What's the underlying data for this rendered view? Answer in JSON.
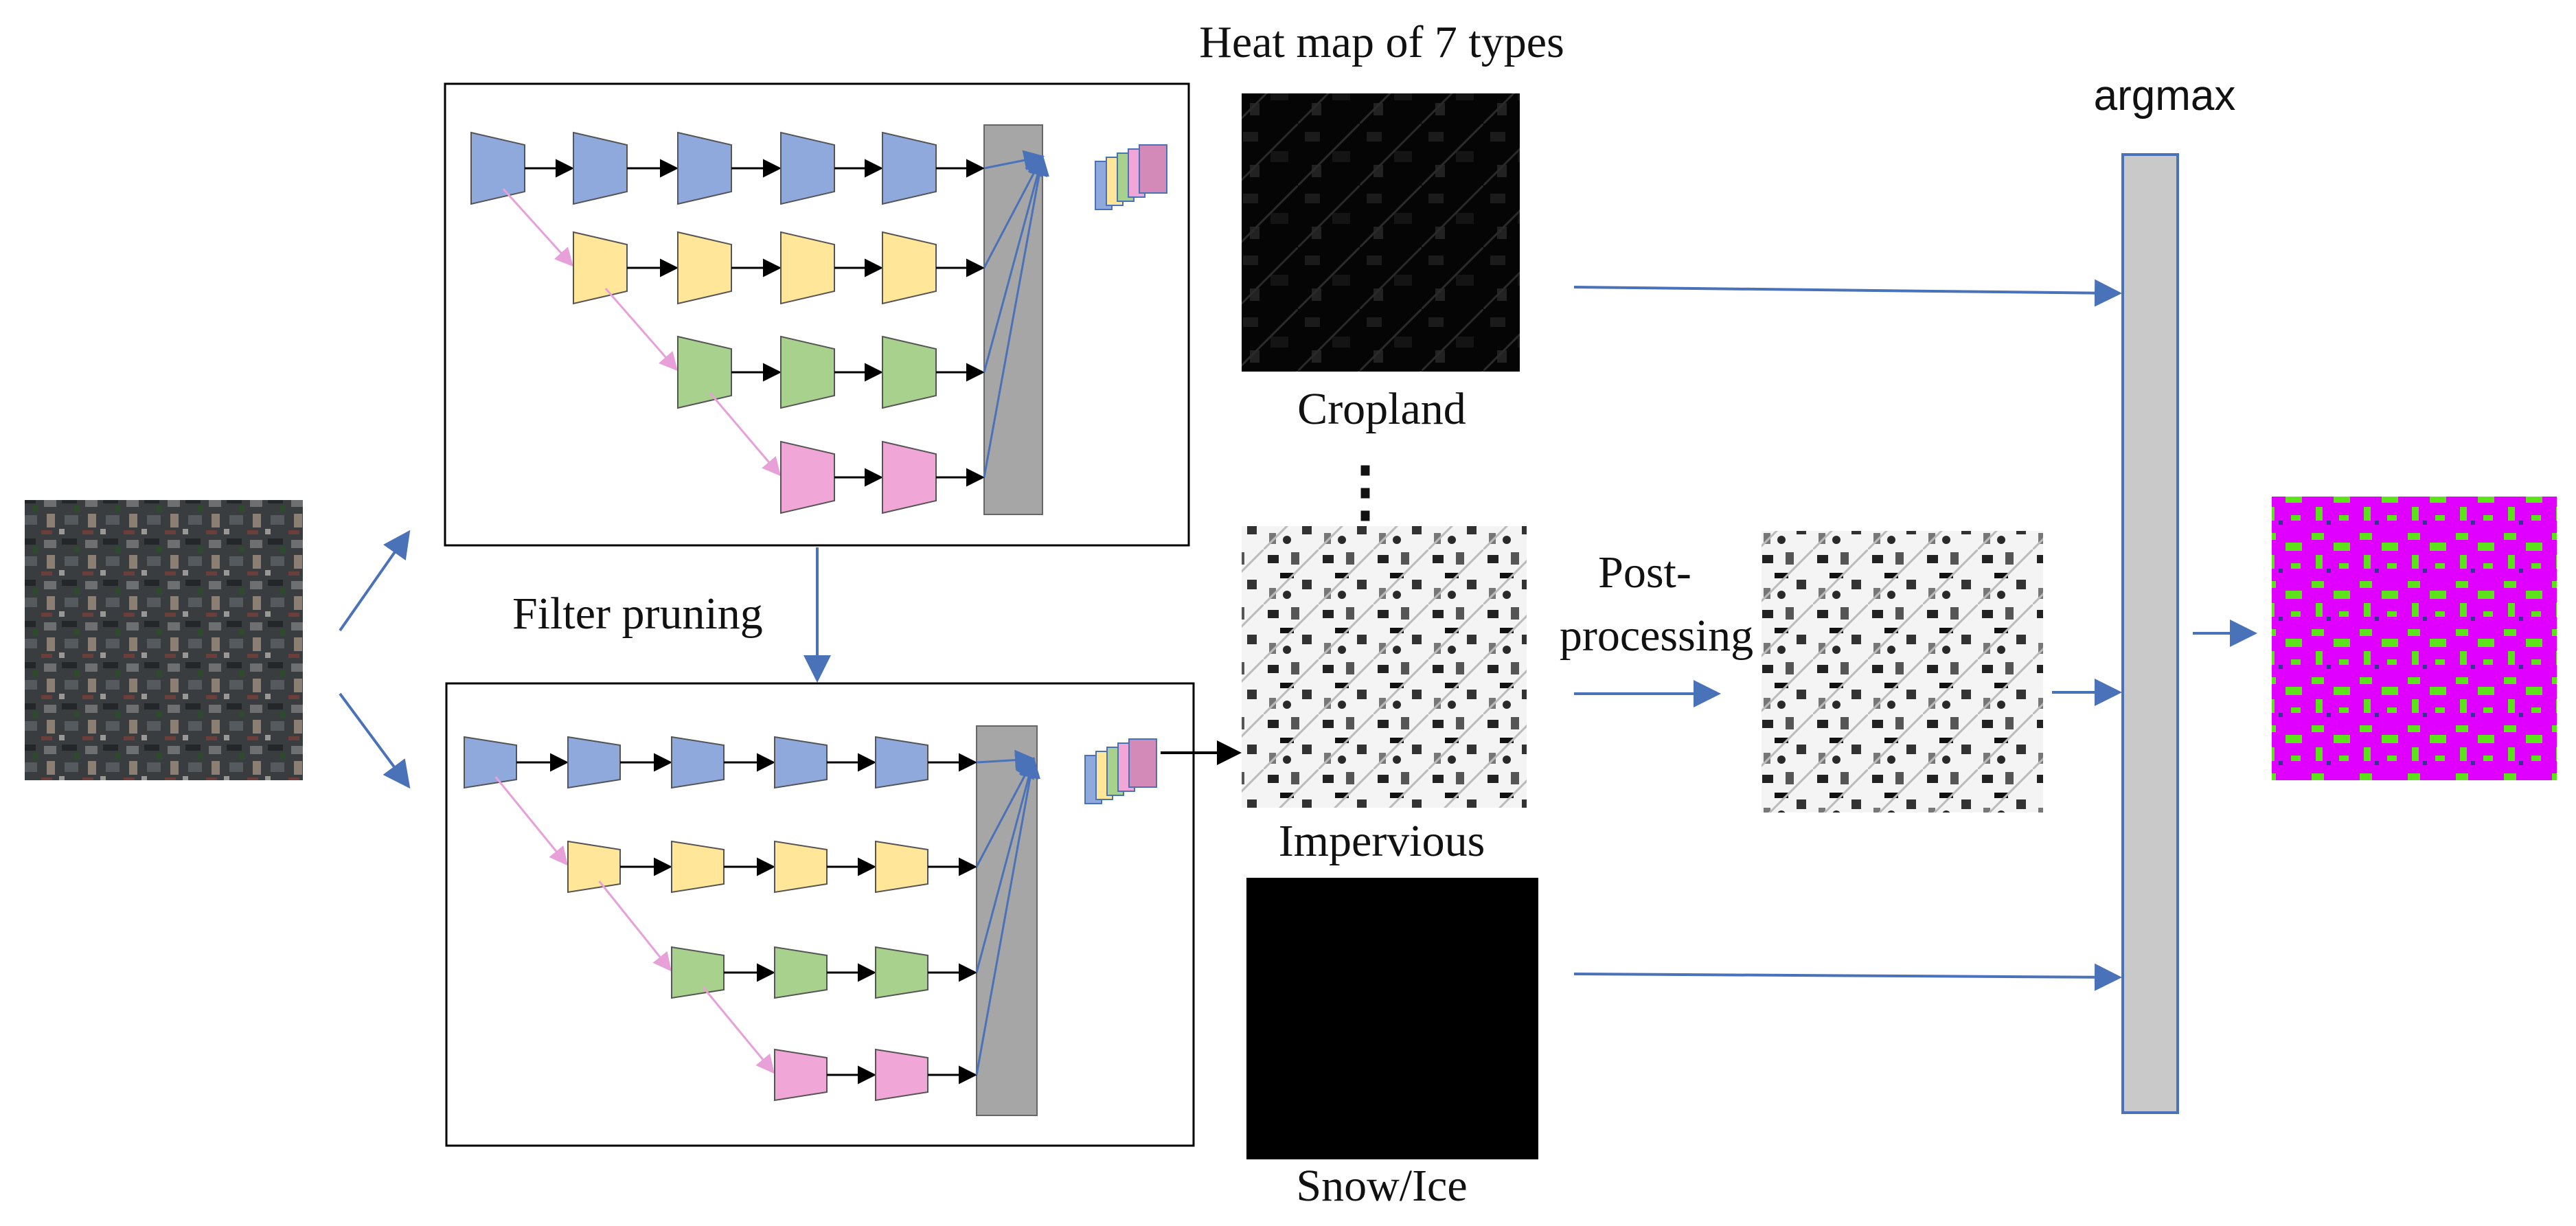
{
  "labels": {
    "heatmap_title": "Heat map of 7 types",
    "argmax": "argmax",
    "filter_pruning": "Filter pruning",
    "post_processing_line1": "Post-",
    "post_processing_line2": "processing",
    "cropland": "Cropland",
    "impervious": "Impervious",
    "snow_ice": "Snow/Ice",
    "ellipsis": "⋮"
  },
  "colors": {
    "stage1": "#8fa9dc",
    "stage2": "#ffe699",
    "stage3": "#a9d18e",
    "stage4": "#f0a6d6",
    "fusion_bar": "#a6a6a6",
    "argmax_bar": "#c9c9c9",
    "arrow_blue": "#4a72b8",
    "arrow_pink": "#e8a0d8",
    "seg_magenta": "#e000ff",
    "seg_green": "#5de31a"
  }
}
